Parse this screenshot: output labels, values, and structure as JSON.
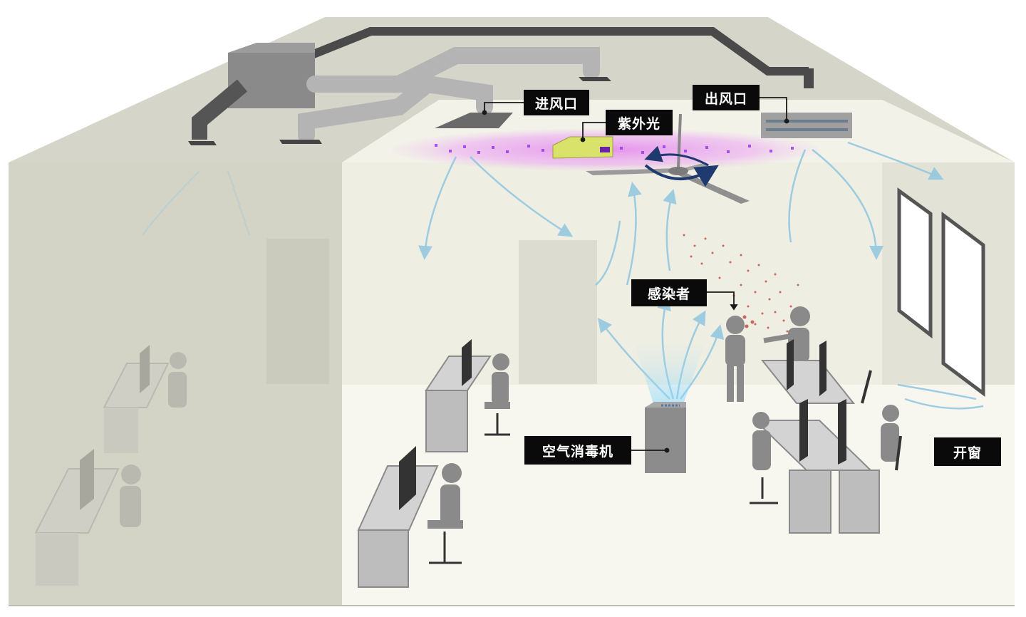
{
  "labels": {
    "air_inlet": "进风口",
    "air_outlet": "出风口",
    "uv_light": "紫外光",
    "infected_person": "感染者",
    "air_disinfector": "空气消毒机",
    "open_window": "开窗"
  }
}
